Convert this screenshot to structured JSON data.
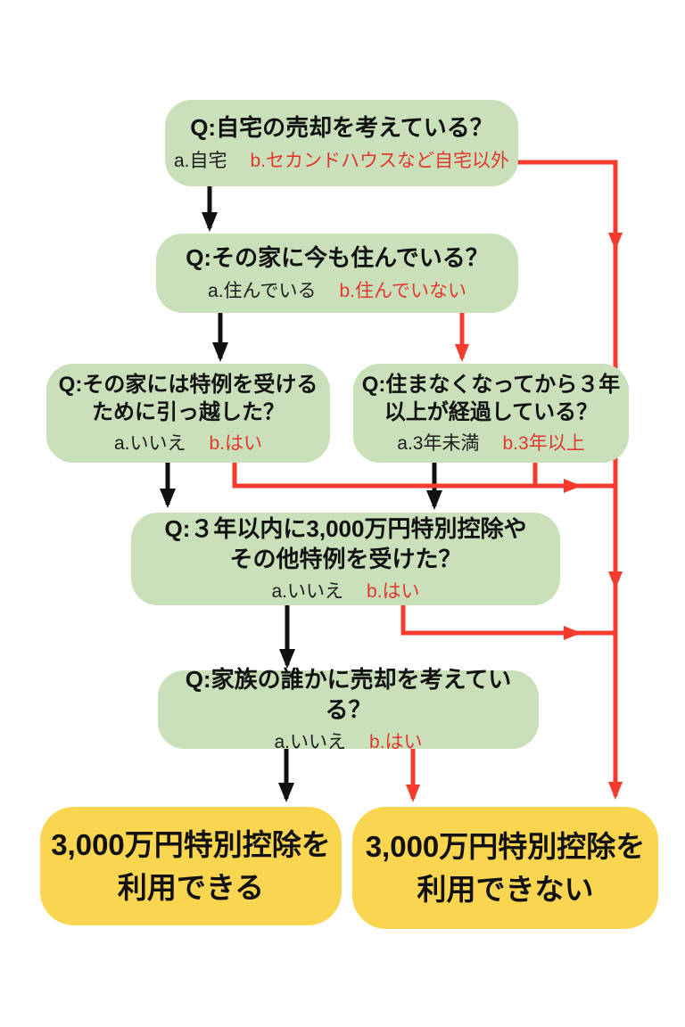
{
  "colors": {
    "node_fill": "#c9e0ba",
    "result_fill": "#fad550",
    "answer_a": "#1c1c1c",
    "answer_b": "#e2372e",
    "line_yes": "#111111",
    "line_no": "#f43b2d"
  },
  "flowchart": {
    "nodes": {
      "q1": {
        "question": "Q:自宅の売却を考えている？",
        "answer_a": "a.自宅",
        "answer_b": "b.セカンドハウスなど自宅以外"
      },
      "q2": {
        "question": "Q:その家に今も住んでいる？",
        "answer_a": "a.住んでいる",
        "answer_b": "b.住んでいない"
      },
      "q3l": {
        "question_line1": "Q:その家には特例を受ける",
        "question_line2": "ために引っ越した？",
        "answer_a": "a.いいえ",
        "answer_b": "b.はい"
      },
      "q3r": {
        "question_line1": "Q:住まなくなってから３年",
        "question_line2": "以上が経過している？",
        "answer_a": "a.3年未満",
        "answer_b": "b.3年以上"
      },
      "q4": {
        "question_line1": "Q:３年以内に3,000万円特別控除や",
        "question_line2": "その他特例を受けた？",
        "answer_a": "a.いいえ",
        "answer_b": "b.はい"
      },
      "q5": {
        "question": "Q:家族の誰かに売却を考えている？",
        "answer_a": "a.いいえ",
        "answer_b": "b.はい"
      }
    },
    "results": {
      "can_use": {
        "line1": "3,000万円特別控除を",
        "line2": "利用できる"
      },
      "cannot_use": {
        "line1": "3,000万円特別控除を",
        "line2": "利用できない"
      }
    },
    "edges": [
      {
        "from": "q1",
        "branch": "a",
        "to": "q2",
        "color": "black"
      },
      {
        "from": "q1",
        "branch": "b",
        "to": "cannot_use",
        "color": "red"
      },
      {
        "from": "q2",
        "branch": "a",
        "to": "q3l",
        "color": "black"
      },
      {
        "from": "q2",
        "branch": "b",
        "to": "q3r",
        "color": "red"
      },
      {
        "from": "q3l",
        "branch": "a",
        "to": "q4",
        "color": "black"
      },
      {
        "from": "q3l",
        "branch": "b",
        "to": "cannot_use",
        "color": "red"
      },
      {
        "from": "q3r",
        "branch": "a",
        "to": "q4",
        "color": "black"
      },
      {
        "from": "q3r",
        "branch": "b",
        "to": "cannot_use",
        "color": "red"
      },
      {
        "from": "q4",
        "branch": "a",
        "to": "q5",
        "color": "black"
      },
      {
        "from": "q4",
        "branch": "b",
        "to": "cannot_use",
        "color": "red"
      },
      {
        "from": "q5",
        "branch": "a",
        "to": "can_use",
        "color": "black"
      },
      {
        "from": "q5",
        "branch": "b",
        "to": "cannot_use",
        "color": "red"
      }
    ]
  }
}
